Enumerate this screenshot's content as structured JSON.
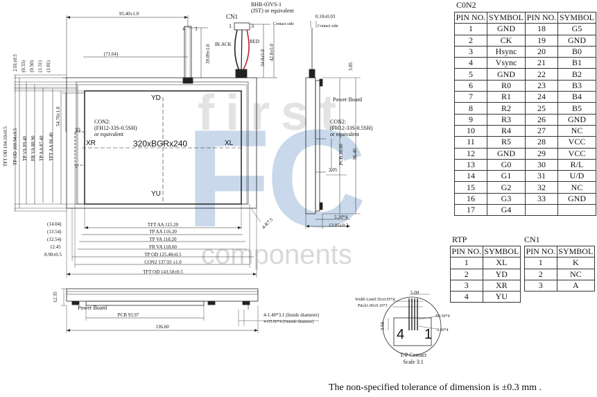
{
  "watermark": {
    "word": "first",
    "logo": "FC",
    "sub": "components"
  },
  "front_view": {
    "display_text": "320xBGRx240",
    "edge_labels": {
      "top": "YD",
      "bottom": "YU",
      "left": "XR",
      "right": "XL"
    },
    "con2_label": [
      "CON2:",
      "(FH12-33S-0.5SH)",
      "or equivalent"
    ],
    "con2_pins": {
      "first": "33",
      "last": "1"
    },
    "cn1_label": [
      "CN1",
      "BHR-03VS-1",
      "(JST) or equivalent"
    ],
    "cn1_pins": {
      "left": "1",
      "right": "3"
    },
    "cable_pins": {
      "left": "4",
      "right": "1"
    },
    "wire_black": "BLACK",
    "wire_red": "RED",
    "top_dims": [
      "95.40±1.0",
      "(71.64)"
    ],
    "vert_dims": [
      "39.09±1.0",
      "34.0±5.0",
      "42.8±5.0",
      "54.70±1.0"
    ],
    "left_dims": [
      "2.01±0.5",
      "(0.33)",
      "(0.50)",
      "(1.31)",
      "(1.81)",
      "TFT OD 104.10±0.5",
      "TP OD 100.94±0.5",
      "TP VA 89.40",
      "FR VA 88.90",
      "TP AA 87.40",
      "TFT AA 86.40"
    ],
    "bottom_dims": [
      {
        "left": "(14.04)",
        "center": "TFT AA 115.20"
      },
      {
        "left": "(13.54)",
        "center": "TP AA 116.20"
      },
      {
        "left": "(12.54)",
        "center": "TP VA 118.20"
      },
      {
        "left": "12.45",
        "center": "FR VA 118.60"
      },
      {
        "left": "8.90±0.5",
        "center": "TP OD 125.48±0.5"
      },
      {
        "left": "",
        "center": "CON2  137.93 ±1.0"
      },
      {
        "left": "",
        "center": "TFT OD 143.50±0.5"
      }
    ],
    "corner_dim": "4-R7.5"
  },
  "side_view": {
    "dims": [
      "0.10±0.03",
      "3.85",
      "PCB 30.00",
      "96.40",
      "2.05",
      "5.20*4",
      "13.85±0.3"
    ],
    "contact_side": "Contact side",
    "power_board": "Power Board",
    "con2_label": [
      "CON2:",
      "(FH12-33S-0.5SH)",
      "or equivalent"
    ]
  },
  "bottom_view": {
    "power_board": "Power Board",
    "dims": [
      "12.35",
      "PCB 93.97",
      "136.60"
    ],
    "hole_inside": "4-1.40*3.1 (Inside diameter)",
    "hole_outside": "4-O5.60*4 (Outside diameter)"
  },
  "tp_contact": {
    "width_line": "Width Line0.50±0.05*4",
    "pitch_line": "Pitch1.00±0.10*3",
    "dims": [
      "5.00",
      "3.50",
      "R0.30*4",
      "0.30*4"
    ],
    "pins": {
      "left": "4",
      "right": "1"
    },
    "title": "T/P Contact",
    "scale": "Scale 3:1"
  },
  "tables": {
    "con2": {
      "title": "C0N2",
      "headers": [
        "PIN NO.",
        "SYMBOL",
        "PIN NO.",
        "SYMBOL"
      ],
      "rows": [
        [
          "1",
          "GND",
          "18",
          "G5"
        ],
        [
          "2",
          "CK",
          "19",
          "GND"
        ],
        [
          "3",
          "Hsync",
          "20",
          "B0"
        ],
        [
          "4",
          "Vsync",
          "21",
          "B1"
        ],
        [
          "5",
          "GND",
          "22",
          "B2"
        ],
        [
          "6",
          "R0",
          "23",
          "B3"
        ],
        [
          "7",
          "R1",
          "24",
          "B4"
        ],
        [
          "8",
          "R2",
          "25",
          "B5"
        ],
        [
          "9",
          "R3",
          "26",
          "GND"
        ],
        [
          "10",
          "R4",
          "27",
          "NC"
        ],
        [
          "11",
          "R5",
          "28",
          "VCC"
        ],
        [
          "12",
          "GND",
          "29",
          "VCC"
        ],
        [
          "13",
          "G0",
          "30",
          "R/L"
        ],
        [
          "14",
          "G1",
          "31",
          "U/D"
        ],
        [
          "15",
          "G2",
          "32",
          "NC"
        ],
        [
          "16",
          "G3",
          "33",
          "GND"
        ],
        [
          "17",
          "G4",
          "",
          ""
        ]
      ]
    },
    "rtp": {
      "title": "RTP",
      "headers": [
        "PIN NO.",
        "SYMBOL"
      ],
      "rows": [
        [
          "1",
          "XL"
        ],
        [
          "2",
          "YD"
        ],
        [
          "3",
          "XR"
        ],
        [
          "4",
          "YU"
        ]
      ]
    },
    "cn1": {
      "title": "CN1",
      "headers": [
        "PIN NO.",
        "SYMBOL"
      ],
      "rows": [
        [
          "1",
          "K"
        ],
        [
          "2",
          "NC"
        ],
        [
          "3",
          "A"
        ]
      ]
    }
  },
  "footer": "The non-specified tolerance of dimension is ±0.3 mm ."
}
